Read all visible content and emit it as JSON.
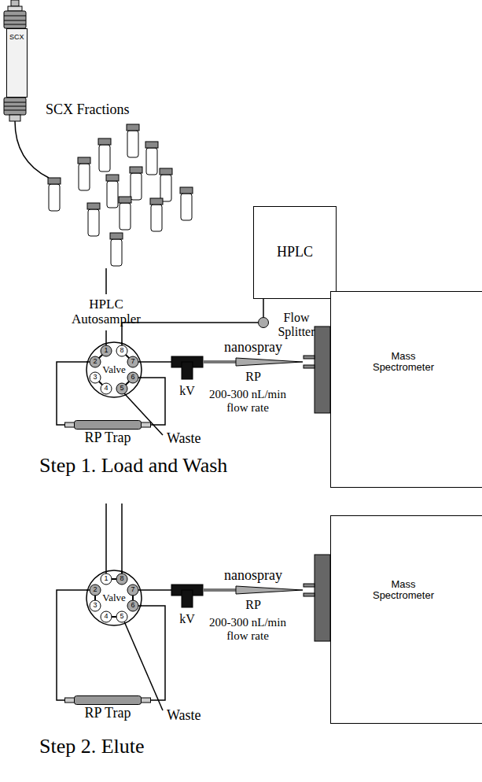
{
  "diagram": {
    "nodes": [
      {
        "text": [
          "SCX"
        ]
      },
      {
        "text": [
          "HPLC"
        ]
      },
      {
        "text": [
          "Flow Splitter"
        ]
      },
      {
        "text": [
          "Valve"
        ]
      },
      {
        "text": [
          "RP Trap"
        ]
      },
      {
        "text": [
          "Mass Spectrometer"
        ]
      },
      {
        "text": [
          "Valve"
        ]
      },
      {
        "text": [
          "RP Trap"
        ]
      },
      {
        "text": [
          "Mass Spectrometer"
        ]
      }
    ],
    "edges": [
      {
        "from": 1,
        "to": 2,
        "arrow": "none"
      },
      {
        "from": 2,
        "to": 3,
        "arrow": "none"
      },
      {
        "from": 3,
        "to": 4,
        "arrow": "none"
      },
      {
        "from": 3,
        "to": 4,
        "arrow": "none"
      },
      {
        "from": 6,
        "to": 7,
        "arrow": "none"
      },
      {
        "from": 6,
        "to": 7,
        "arrow": "none"
      }
    ],
    "labels": [
      "SCX Fractions",
      "HPLC Autosampler",
      "1",
      "2",
      "3",
      "4",
      "5",
      "6",
      "7",
      "8",
      "Waste",
      "kV",
      "nanospray",
      "RP",
      "200-300 nL/min flow rate",
      "Step 1. Load and Wash",
      "1",
      "2",
      "3",
      "4",
      "5",
      "6",
      "7",
      "8",
      "Waste",
      "kV",
      "nanospray",
      "RP",
      "200-300 nL/min flow rate",
      "Step 2. Elute"
    ]
  }
}
